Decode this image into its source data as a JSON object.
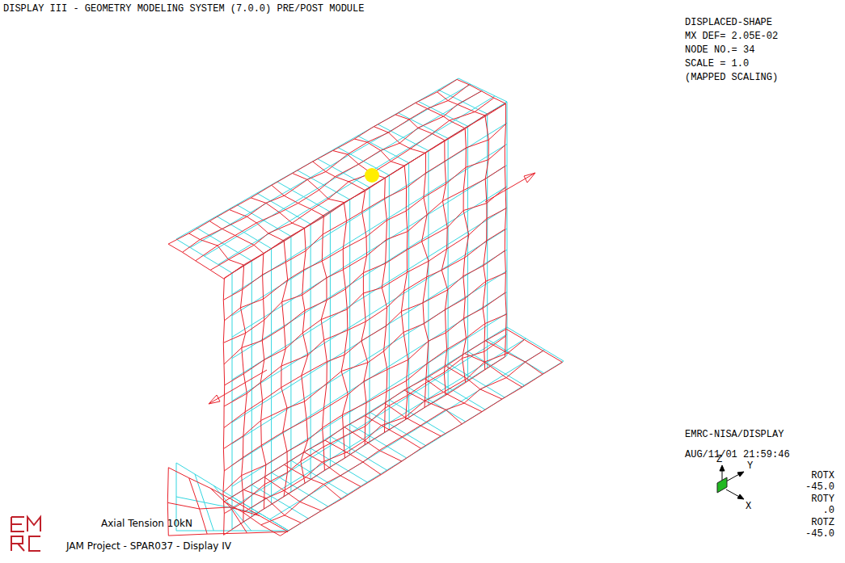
{
  "diagram": {
    "title": "DISPLAY III - GEOMETRY MODELING SYSTEM (7.0.0)  PRE/POST MODULE",
    "labels": [
      "DISPLACED-SHAPE",
      "MX DEF= 2.05E-02",
      "NODE NO.= 34",
      "SCALE = 1.0",
      "(MAPPED SCALING)",
      "EMRC-NISA/DISPLAY",
      "AUG/11/01 21:59:46",
      "Z",
      "Y",
      "X",
      "ROTX",
      "-45.0",
      "ROTY",
      ".0",
      "ROTZ",
      "-45.0",
      "Axial Tension 10kN",
      "JAM Project - SPAR037 - Display IV"
    ]
  }
}
